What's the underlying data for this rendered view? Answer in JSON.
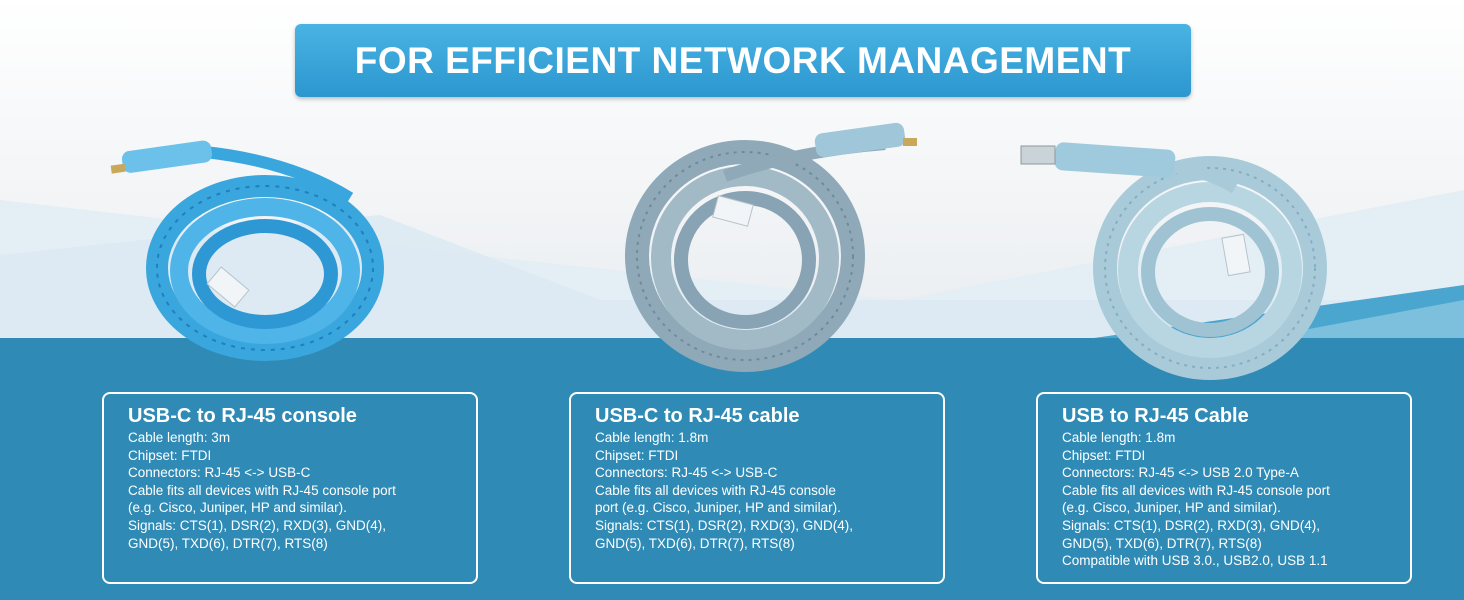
{
  "banner": {
    "title": "FOR EFFICIENT NETWORK MANAGEMENT"
  },
  "products": [
    {
      "image": "light-blue-flat-console-cable-coil",
      "color": "#3aa6de",
      "title": "USB-C to RJ-45 console",
      "specs": [
        "Cable length: 3m",
        "Chipset: FTDI",
        "Connectors: RJ-45 <-> USB-C",
        "Cable fits all devices with RJ-45 console port",
        "(e.g. Cisco, Juniper, HP and similar).",
        "Signals: CTS(1), DSR(2), RXD(3), GND(4),",
        "GND(5), TXD(6), DTR(7), RTS(8)"
      ]
    },
    {
      "image": "grey-blue-flat-console-cable-coil",
      "color": "#8fa9b8",
      "title": "USB-C to RJ-45 cable",
      "specs": [
        "Cable length: 1.8m",
        "Chipset: FTDI",
        "Connectors: RJ-45 <-> USB-C",
        "Cable fits all devices with RJ-45 console",
        "port (e.g. Cisco, Juniper, HP and similar).",
        "Signals: CTS(1), DSR(2), RXD(3), GND(4),",
        "GND(5), TXD(6), DTR(7), RTS(8)"
      ]
    },
    {
      "image": "pale-blue-flat-console-cable-coil",
      "color": "#a9cbd9",
      "title": "USB to RJ-45 Cable",
      "specs": [
        "Cable length: 1.8m",
        "Chipset: FTDI",
        "Connectors: RJ-45 <-> USB 2.0 Type-A",
        "Cable fits all devices with RJ-45 console port",
        "(e.g. Cisco, Juniper, HP and similar).",
        "Signals: CTS(1), DSR(2), RXD(3), GND(4),",
        "GND(5), TXD(6), DTR(7), RTS(8)",
        "Compatible with USB 3.0., USB2.0, USB 1.1"
      ]
    }
  ],
  "colors": {
    "banner": "#3aa6dc",
    "footer": "#2f8bb6",
    "text_on_blue": "#ffffff"
  }
}
